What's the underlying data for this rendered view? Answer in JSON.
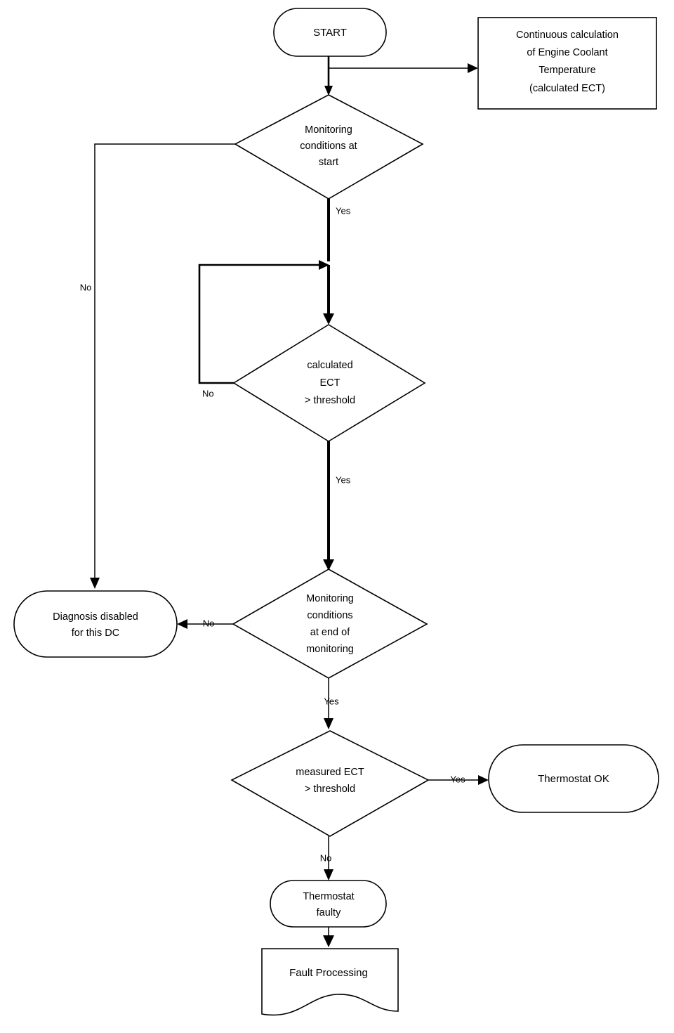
{
  "diagram": {
    "title": "Engine Coolant Thermostat Monitoring Flowchart",
    "type": "flowchart",
    "colors": {
      "stroke": "#000000",
      "fill": "#ffffff",
      "text": "#000000"
    },
    "nodes": {
      "start": {
        "label": "START",
        "shape": "rounded-terminator"
      },
      "continuous_calc": {
        "line1": "Continuous calculation",
        "line2": "of Engine Coolant",
        "line3": "Temperature",
        "line4": "(calculated ECT)",
        "shape": "rectangle"
      },
      "monitoring_start": {
        "line1": "Monitoring",
        "line2": "conditions at",
        "line3": "start",
        "shape": "diamond"
      },
      "calculated_ect": {
        "line1": "calculated",
        "line2": "ECT",
        "line3": "> threshold",
        "shape": "diamond"
      },
      "monitoring_end": {
        "line1": "Monitoring",
        "line2": "conditions",
        "line3": "at end of",
        "line4": "monitoring",
        "shape": "diamond"
      },
      "diagnosis_disabled": {
        "line1": "Diagnosis disabled",
        "line2": "for this DC",
        "shape": "rounded-terminator"
      },
      "measured_ect": {
        "line1": "measured ECT",
        "line2": "> threshold",
        "shape": "diamond"
      },
      "thermostat_ok": {
        "label": "Thermostat OK",
        "shape": "rounded-terminator"
      },
      "thermostat_faulty": {
        "line1": "Thermostat",
        "line2": "faulty",
        "shape": "rounded-terminator"
      },
      "fault_processing": {
        "label": "Fault Processing",
        "shape": "document"
      }
    },
    "edge_labels": {
      "monitoring_start_no": "No",
      "monitoring_start_yes": "Yes",
      "calculated_ect_no": "No",
      "calculated_ect_yes": "Yes",
      "monitoring_end_no": "No",
      "monitoring_end_yes": "Yes",
      "measured_ect_yes": "Yes",
      "measured_ect_no": "No"
    }
  }
}
